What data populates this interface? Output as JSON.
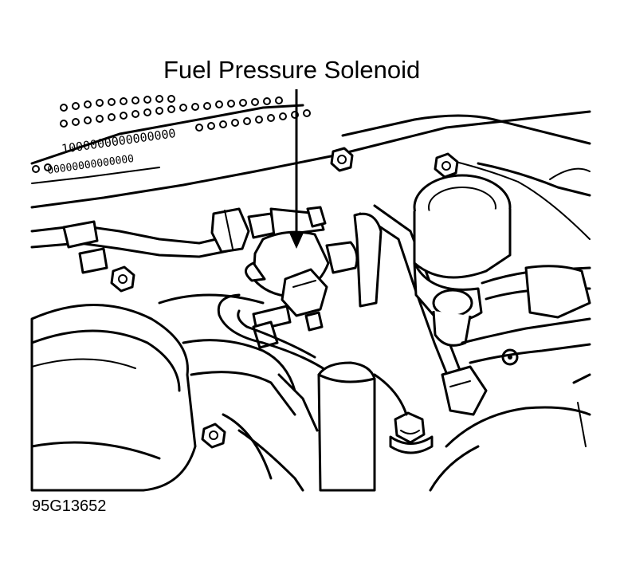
{
  "callout": {
    "label": "Fuel Pressure Solenoid"
  },
  "figure": {
    "id": "95G13652"
  },
  "engraving": {
    "row1": "1000000000000000",
    "row2": "00000000000000"
  }
}
